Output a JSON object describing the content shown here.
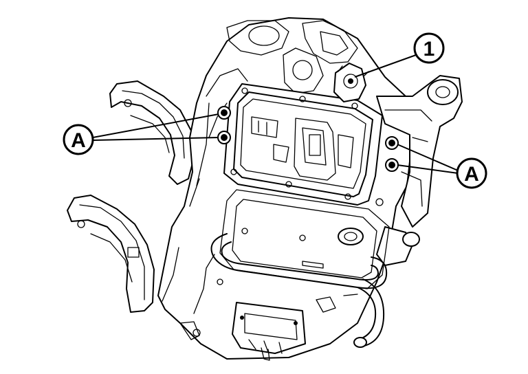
{
  "callouts": {
    "part_1": "1",
    "bolt_left": "A",
    "bolt_right": "A"
  },
  "colors": {
    "line": "#000000",
    "background": "#ffffff"
  }
}
